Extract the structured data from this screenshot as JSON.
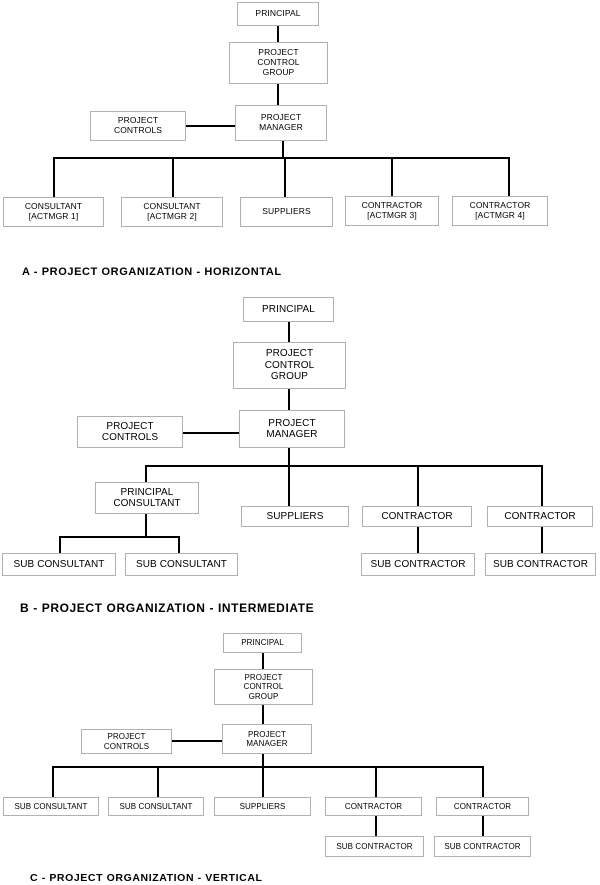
{
  "diagrams": [
    {
      "id": "a",
      "caption": "A - PROJECT ORGANIZATION - HORIZONTAL",
      "principal": "PRINCIPAL",
      "control_group": "PROJECT\nCONTROL\nGROUP",
      "project_controls": "PROJECT\nCONTROLS",
      "project_manager": "PROJECT\nMANAGER",
      "units": [
        "CONSULTANT\n[ACTMGR 1]",
        "CONSULTANT\n[ACTMGR 2]",
        "SUPPLIERS",
        "CONTRACTOR\n[ACTMGR 3]",
        "CONTRACTOR\n[ACTMGR 4]"
      ]
    },
    {
      "id": "b",
      "caption": "B - PROJECT ORGANIZATION - INTERMEDIATE",
      "principal": "PRINCIPAL",
      "control_group": "PROJECT\nCONTROL\nGROUP",
      "project_controls": "PROJECT\nCONTROLS",
      "project_manager": "PROJECT\nMANAGER",
      "units": [
        "PRINCIPAL\nCONSULTANT",
        "SUPPLIERS",
        "CONTRACTOR",
        "CONTRACTOR"
      ],
      "sub_units": [
        "SUB CONSULTANT",
        "SUB CONSULTANT",
        "SUB CONTRACTOR",
        "SUB CONTRACTOR"
      ]
    },
    {
      "id": "c",
      "caption": "C - PROJECT ORGANIZATION - VERTICAL",
      "principal": "PRINCIPAL",
      "control_group": "PROJECT\nCONTROL\nGROUP",
      "project_controls": "PROJECT\nCONTROLS",
      "project_manager": "PROJECT\nMANAGER",
      "units": [
        "SUB CONSULTANT",
        "SUB CONSULTANT",
        "SUPPLIERS",
        "CONTRACTOR",
        "CONTRACTOR"
      ],
      "sub_units": [
        "SUB CONTRACTOR",
        "SUB CONTRACTOR"
      ]
    }
  ]
}
